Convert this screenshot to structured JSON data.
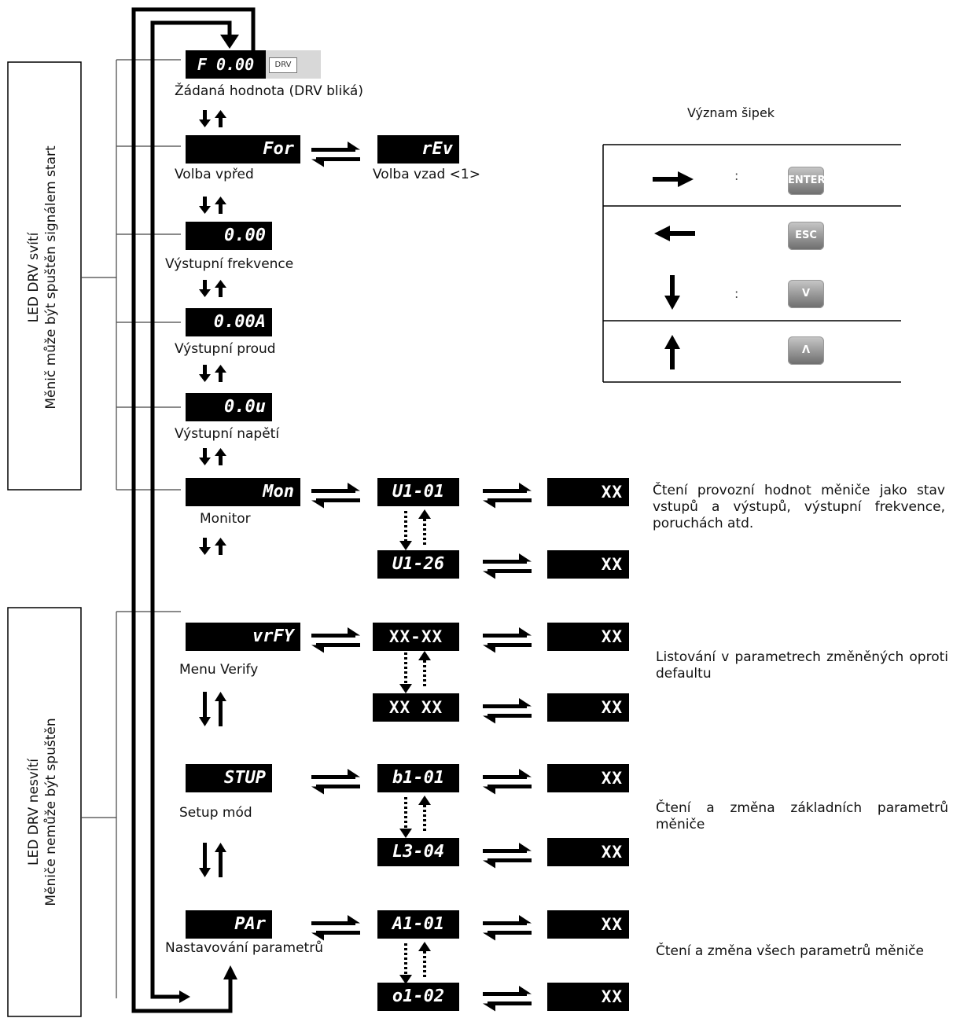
{
  "modes": {
    "initial": {
      "display": "F 0.00",
      "drv_badge": "DRV",
      "label": "Žádaná hodnota (DRV bliká)"
    },
    "forward": {
      "display": "For",
      "label": "Volba vpřed"
    },
    "reverse": {
      "display": "rEv",
      "label": "Volba vzad <1>"
    },
    "out_freq": {
      "display": "0.00",
      "label": "Výstupní frekvence"
    },
    "out_current": {
      "display": "0.00A",
      "label": "Výstupní proud"
    },
    "out_voltage": {
      "display": "0.0u",
      "label": "Výstupní napětí"
    },
    "monitor": {
      "display": "Mon",
      "label": "Monitor",
      "first": "U1-01",
      "last": "U1-26",
      "value": "XX",
      "description": "Čtení provozní hodnot měniče jako stav vstupů a výstupů, výstupní frekvence, poruchách atd."
    },
    "verify": {
      "display": "vrFY",
      "label": "Menu Verify",
      "first": "XX-XX",
      "last": "XX XX",
      "value": "XX",
      "description": "Listování v parametrech změněných oproti defaultu"
    },
    "setup": {
      "display": "STUP",
      "label": "Setup mód",
      "first": "b1-01",
      "last": "L3-04",
      "value": "XX",
      "description": "Čtení a změna základních parametrů měniče"
    },
    "params": {
      "display": "PAr",
      "label": "Nastavování parametrů",
      "first": "A1-01",
      "last": "o1-02",
      "value": "XX",
      "description": "Čtení a změna všech parametrů měniče"
    }
  },
  "groups": {
    "drive": {
      "line1": "LED DRV svítí",
      "line2": "Měnič může být spuštěn signálem start"
    },
    "program": {
      "line1": "LED DRV nesvítí",
      "line2": "Měniče nemůže být spuštěn"
    }
  },
  "legend": {
    "title": "Význam šipek",
    "rows": [
      {
        "arrow": "right-arrow",
        "key": "ENTER",
        "colon": ":"
      },
      {
        "arrow": "left-arrow",
        "key": "ESC",
        "colon": ""
      },
      {
        "arrow": "down-arrow",
        "key": "V",
        "colon": ":"
      },
      {
        "arrow": "up-arrow",
        "key": "Λ",
        "colon": ""
      }
    ]
  }
}
